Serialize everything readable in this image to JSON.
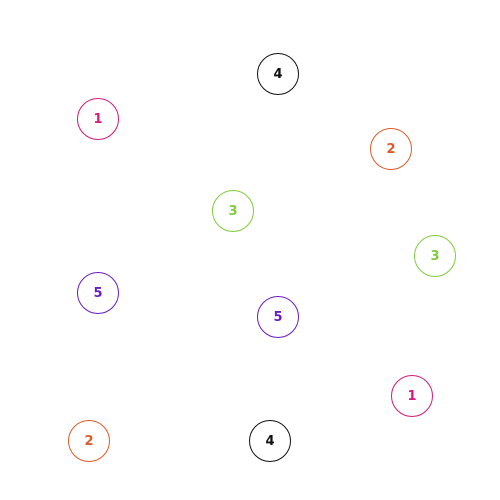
{
  "colors": {
    "1": "#d6197f",
    "2": "#e0592a",
    "3": "#7fcd3a",
    "4": "#111111",
    "5": "#6a1bc4"
  },
  "nodes": [
    {
      "label": "4",
      "color_key": "4"
    },
    {
      "label": "1",
      "color_key": "1"
    },
    {
      "label": "2",
      "color_key": "2"
    },
    {
      "label": "3",
      "color_key": "3"
    },
    {
      "label": "3",
      "color_key": "3"
    },
    {
      "label": "5",
      "color_key": "5"
    },
    {
      "label": "5",
      "color_key": "5"
    },
    {
      "label": "1",
      "color_key": "1"
    },
    {
      "label": "2",
      "color_key": "2"
    },
    {
      "label": "4",
      "color_key": "4"
    }
  ]
}
